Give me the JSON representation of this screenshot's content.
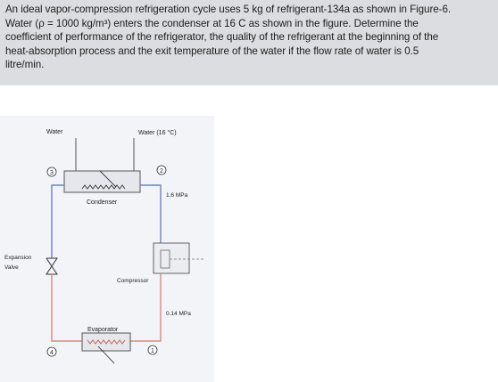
{
  "problem": {
    "line1": "An ideal vapor-compression refrigeration cycle uses 5 kg of refrigerant-134a as shown in Figure-6.",
    "line2": "Water (ρ = 1000 kg/m³) enters the condenser at 16 C as shown in the figure. Determine the",
    "line3": "coefficient of performance of the refrigerator, the quality of the refrigerant at the beginning of the",
    "line4": "heat-absorption process and the exit temperature of the water if the flow rate of water is 0.5",
    "line5": "litre/min."
  },
  "figure": {
    "water_left": "Water",
    "water_right": "Water (16 °C)",
    "condenser": "Condenser",
    "compressor": "Compressor",
    "evaporator": "Evaporator",
    "expansion_line1": "Expansion",
    "expansion_line2": "Valve",
    "high_pressure": "1.6 MPa",
    "low_pressure": "0.14 MPa",
    "state1": "1",
    "state2": "2",
    "state3": "3",
    "state4": "4"
  },
  "colors": {
    "header_bg": "#dcdde1",
    "pipe_blue": "#6c80c8",
    "pipe_red": "#d98b7e",
    "figure_bg": "#f3f4f8"
  }
}
